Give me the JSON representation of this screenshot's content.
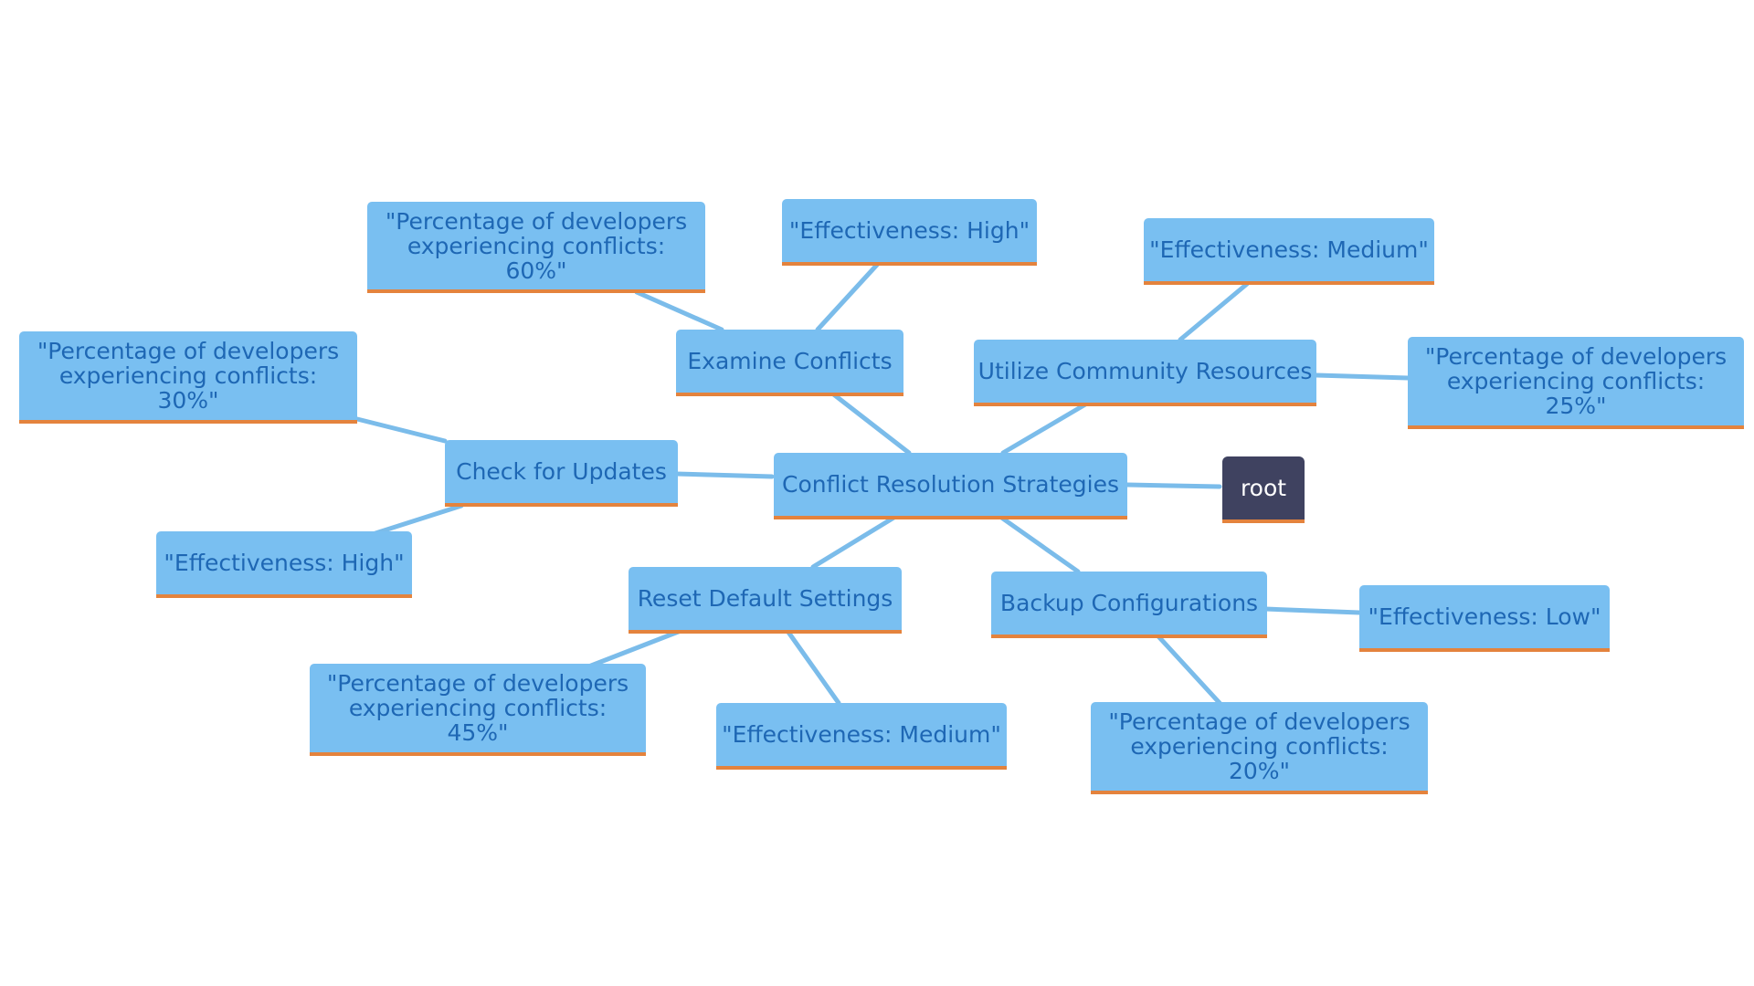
{
  "colors": {
    "node_fill": "#79bff1",
    "node_text": "#1e67b4",
    "node_underline": "#e4833d",
    "edge": "#7bbcea",
    "root_fill": "#3f4260",
    "root_text": "#ffffff"
  },
  "root": {
    "label": "root"
  },
  "center": {
    "label": "Conflict Resolution Strategies"
  },
  "branches": [
    {
      "label": "Examine Conflicts",
      "percentage": "\"Percentage of developers experiencing conflicts: 60%\"",
      "effectiveness": "\"Effectiveness: High\""
    },
    {
      "label": "Utilize Community Resources",
      "percentage": "\"Percentage of developers experiencing conflicts: 25%\"",
      "effectiveness": "\"Effectiveness: Medium\""
    },
    {
      "label": "Check for Updates",
      "percentage": "\"Percentage of developers experiencing conflicts: 30%\"",
      "effectiveness": "\"Effectiveness: High\""
    },
    {
      "label": "Reset Default Settings",
      "percentage": "\"Percentage of developers experiencing conflicts: 45%\"",
      "effectiveness": "\"Effectiveness: Medium\""
    },
    {
      "label": "Backup Configurations",
      "percentage": "\"Percentage of developers experiencing conflicts: 20%\"",
      "effectiveness": "\"Effectiveness: Low\""
    }
  ]
}
